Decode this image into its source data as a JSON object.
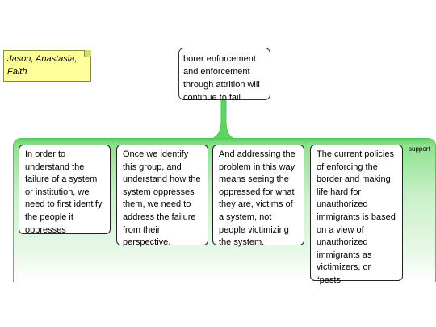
{
  "note": {
    "text": "Jason, Anastasia, Faith"
  },
  "central_topic": {
    "text": "borer enforcement and enforcement through attrition will continue to fail"
  },
  "support_group": {
    "label": "support",
    "color": "#5fd35f",
    "items": [
      {
        "text": "In order to understand the failure of a system or institution, we need to first identify the people it oppresses"
      },
      {
        "text": "Once we identify this group, and understand how the system oppresses them, we need to address the failure from their perspective."
      },
      {
        "text": "And addressing the problem in this way means seeing the oppressed for what they are, victims of a system, not people victimizing the system."
      },
      {
        "text": "The current policies of enforcing the border and making life hard for unauthorized immigrants is based on a view of unauthorized immigrants as victimizers, or “pests."
      }
    ]
  }
}
